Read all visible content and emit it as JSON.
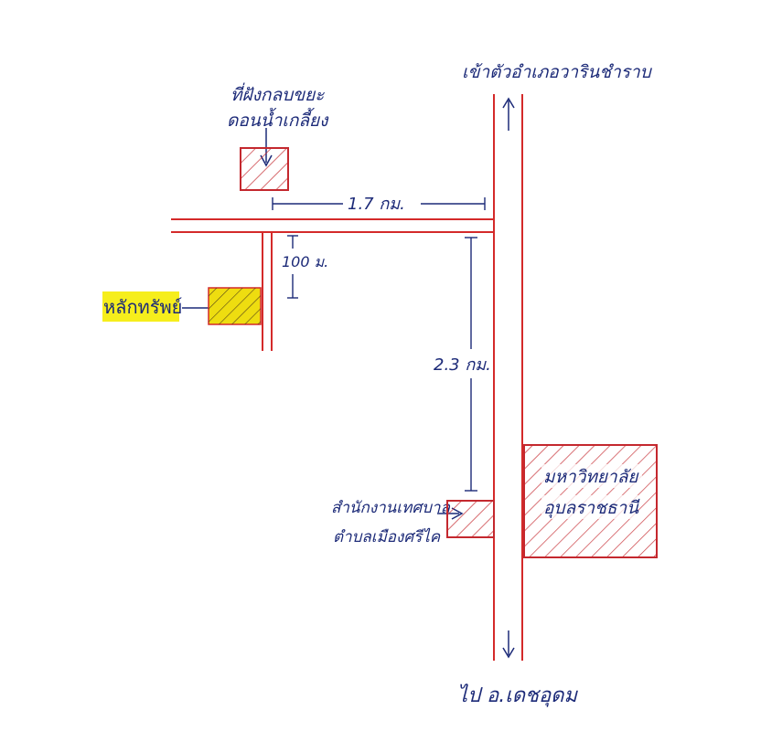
{
  "labels": {
    "top_direction": "เข้าตัวอำเภอวารินชำราบ",
    "bottom_direction": "ไป อ.เดชอุดม",
    "site_line1": "ที่ฝังกลบขยะ",
    "site_line2": "ดอนน้ำเกลี้ยง",
    "highlight_label": "หลักทรัพย์",
    "office_line1": "สำนักงานเทศบาล",
    "office_line2": "ตำบลเมืองศรีไค",
    "university_line1": "มหาวิทยาลัย",
    "university_line2": "อุบลราชธานี",
    "dist_horizontal": "1.7 กม.",
    "dist_side_road": "100 ม.",
    "dist_vertical": "2.3 กม."
  },
  "colors": {
    "road": "#d42a2a",
    "ink": "#1c2a78",
    "hatch": "#c4282e",
    "highlight": "#f6ee1c",
    "highlight_box": "#eedd10",
    "background": "#ffffff"
  }
}
